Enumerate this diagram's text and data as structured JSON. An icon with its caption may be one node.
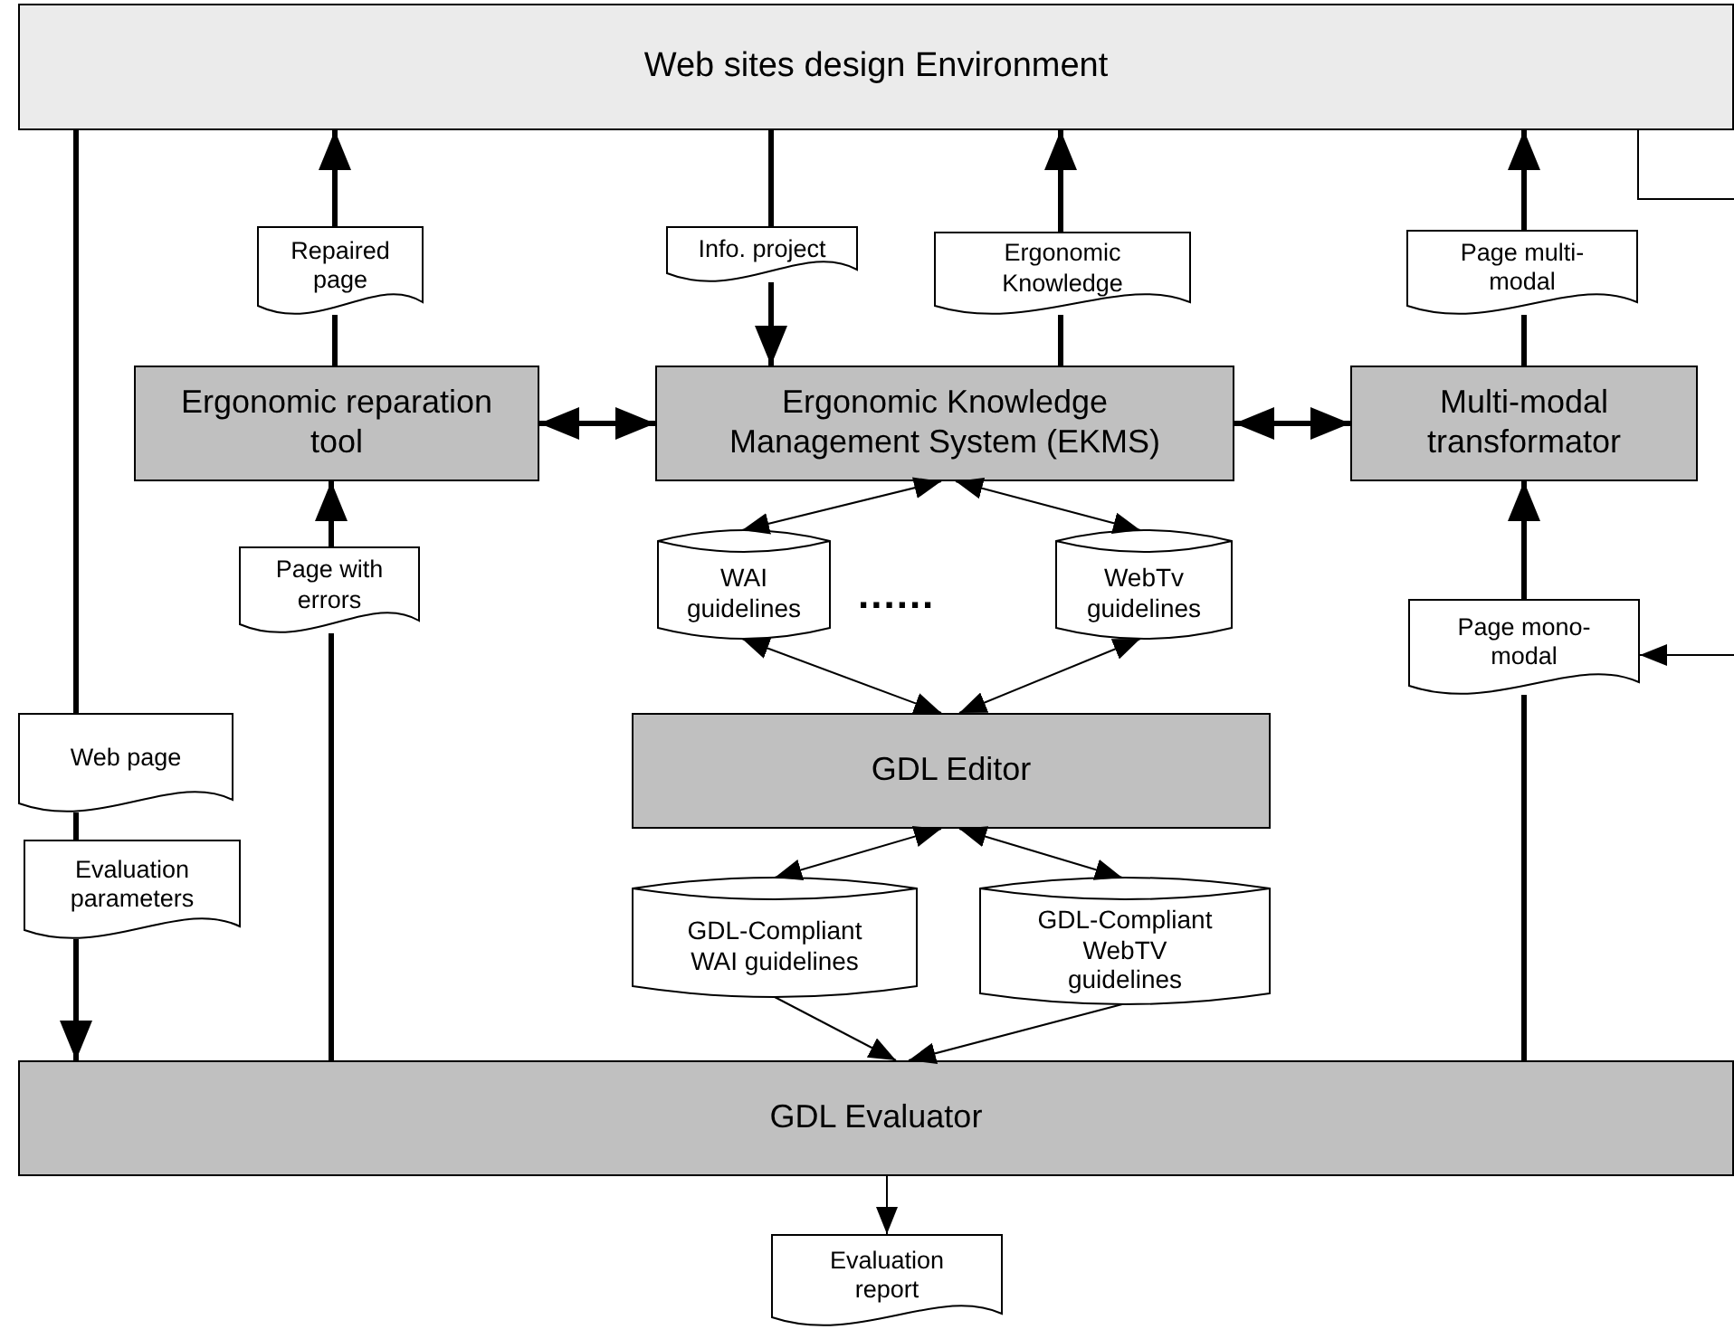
{
  "diagram": {
    "nodes": [
      {
        "text": [
          "Web sites design Environment"
        ]
      },
      {
        "text": [
          "Repaired page"
        ]
      },
      {
        "text": [
          "Info. project"
        ]
      },
      {
        "text": [
          "Ergonomic Knowledge"
        ]
      },
      {
        "text": [
          "Page multi-modal"
        ]
      },
      {
        "text": [
          "Ergonomic reparation tool"
        ]
      },
      {
        "text": [
          "Ergonomic Knowledge Management System (EKMS)"
        ]
      },
      {
        "text": [
          "Multi-modal transformator"
        ]
      },
      {
        "text": [
          "Page with errors"
        ]
      },
      {
        "text": [
          "WAI guidelines"
        ]
      },
      {
        "text": [
          "WebTv guidelines"
        ]
      },
      {
        "text": [
          "Page mono-modal"
        ]
      },
      {
        "text": [
          "Web page"
        ]
      },
      {
        "text": [
          "Evaluation parameters"
        ]
      },
      {
        "text": [
          "GDL Editor"
        ]
      },
      {
        "text": [
          "GDL-Compliant WAI guidelines"
        ]
      },
      {
        "text": [
          "GDL-Compliant WebTV guidelines"
        ]
      },
      {
        "text": [
          "GDL Evaluator"
        ]
      },
      {
        "text": [
          "Evaluation report"
        ]
      }
    ],
    "edges": [
      {
        "from": 0,
        "to": 12,
        "arrow": "none"
      },
      {
        "from": 12,
        "to": 13,
        "arrow": "none"
      },
      {
        "from": 13,
        "to": 17,
        "arrow": "to"
      },
      {
        "from": 17,
        "to": 8,
        "arrow": "none"
      },
      {
        "from": 8,
        "to": 5,
        "arrow": "to"
      },
      {
        "from": 5,
        "to": 1,
        "arrow": "none"
      },
      {
        "from": 1,
        "to": 0,
        "arrow": "to"
      },
      {
        "from": 0,
        "to": 2,
        "arrow": "none"
      },
      {
        "from": 2,
        "to": 6,
        "arrow": "to"
      },
      {
        "from": 6,
        "to": 3,
        "arrow": "none"
      },
      {
        "from": 3,
        "to": 0,
        "arrow": "to"
      },
      {
        "from": 7,
        "to": 4,
        "arrow": "none"
      },
      {
        "from": 4,
        "to": 0,
        "arrow": "to"
      },
      {
        "from": 17,
        "to": 11,
        "arrow": "none"
      },
      {
        "from": 11,
        "to": 7,
        "arrow": "to"
      },
      {
        "from": null,
        "to": 11,
        "arrow": "to"
      },
      {
        "from": 5,
        "to": 6,
        "arrow": "both"
      },
      {
        "from": 6,
        "to": 7,
        "arrow": "both"
      },
      {
        "from": 6,
        "to": 9,
        "arrow": "both"
      },
      {
        "from": 6,
        "to": 10,
        "arrow": "both"
      },
      {
        "from": 9,
        "to": 14,
        "arrow": "both"
      },
      {
        "from": 10,
        "to": 14,
        "arrow": "both"
      },
      {
        "from": 14,
        "to": 15,
        "arrow": "both"
      },
      {
        "from": 14,
        "to": 16,
        "arrow": "both"
      },
      {
        "from": 15,
        "to": 17,
        "arrow": "to"
      },
      {
        "from": 16,
        "to": 17,
        "arrow": "to"
      },
      {
        "from": 17,
        "to": 18,
        "arrow": "to"
      }
    ],
    "labels": [
      "......"
    ]
  }
}
